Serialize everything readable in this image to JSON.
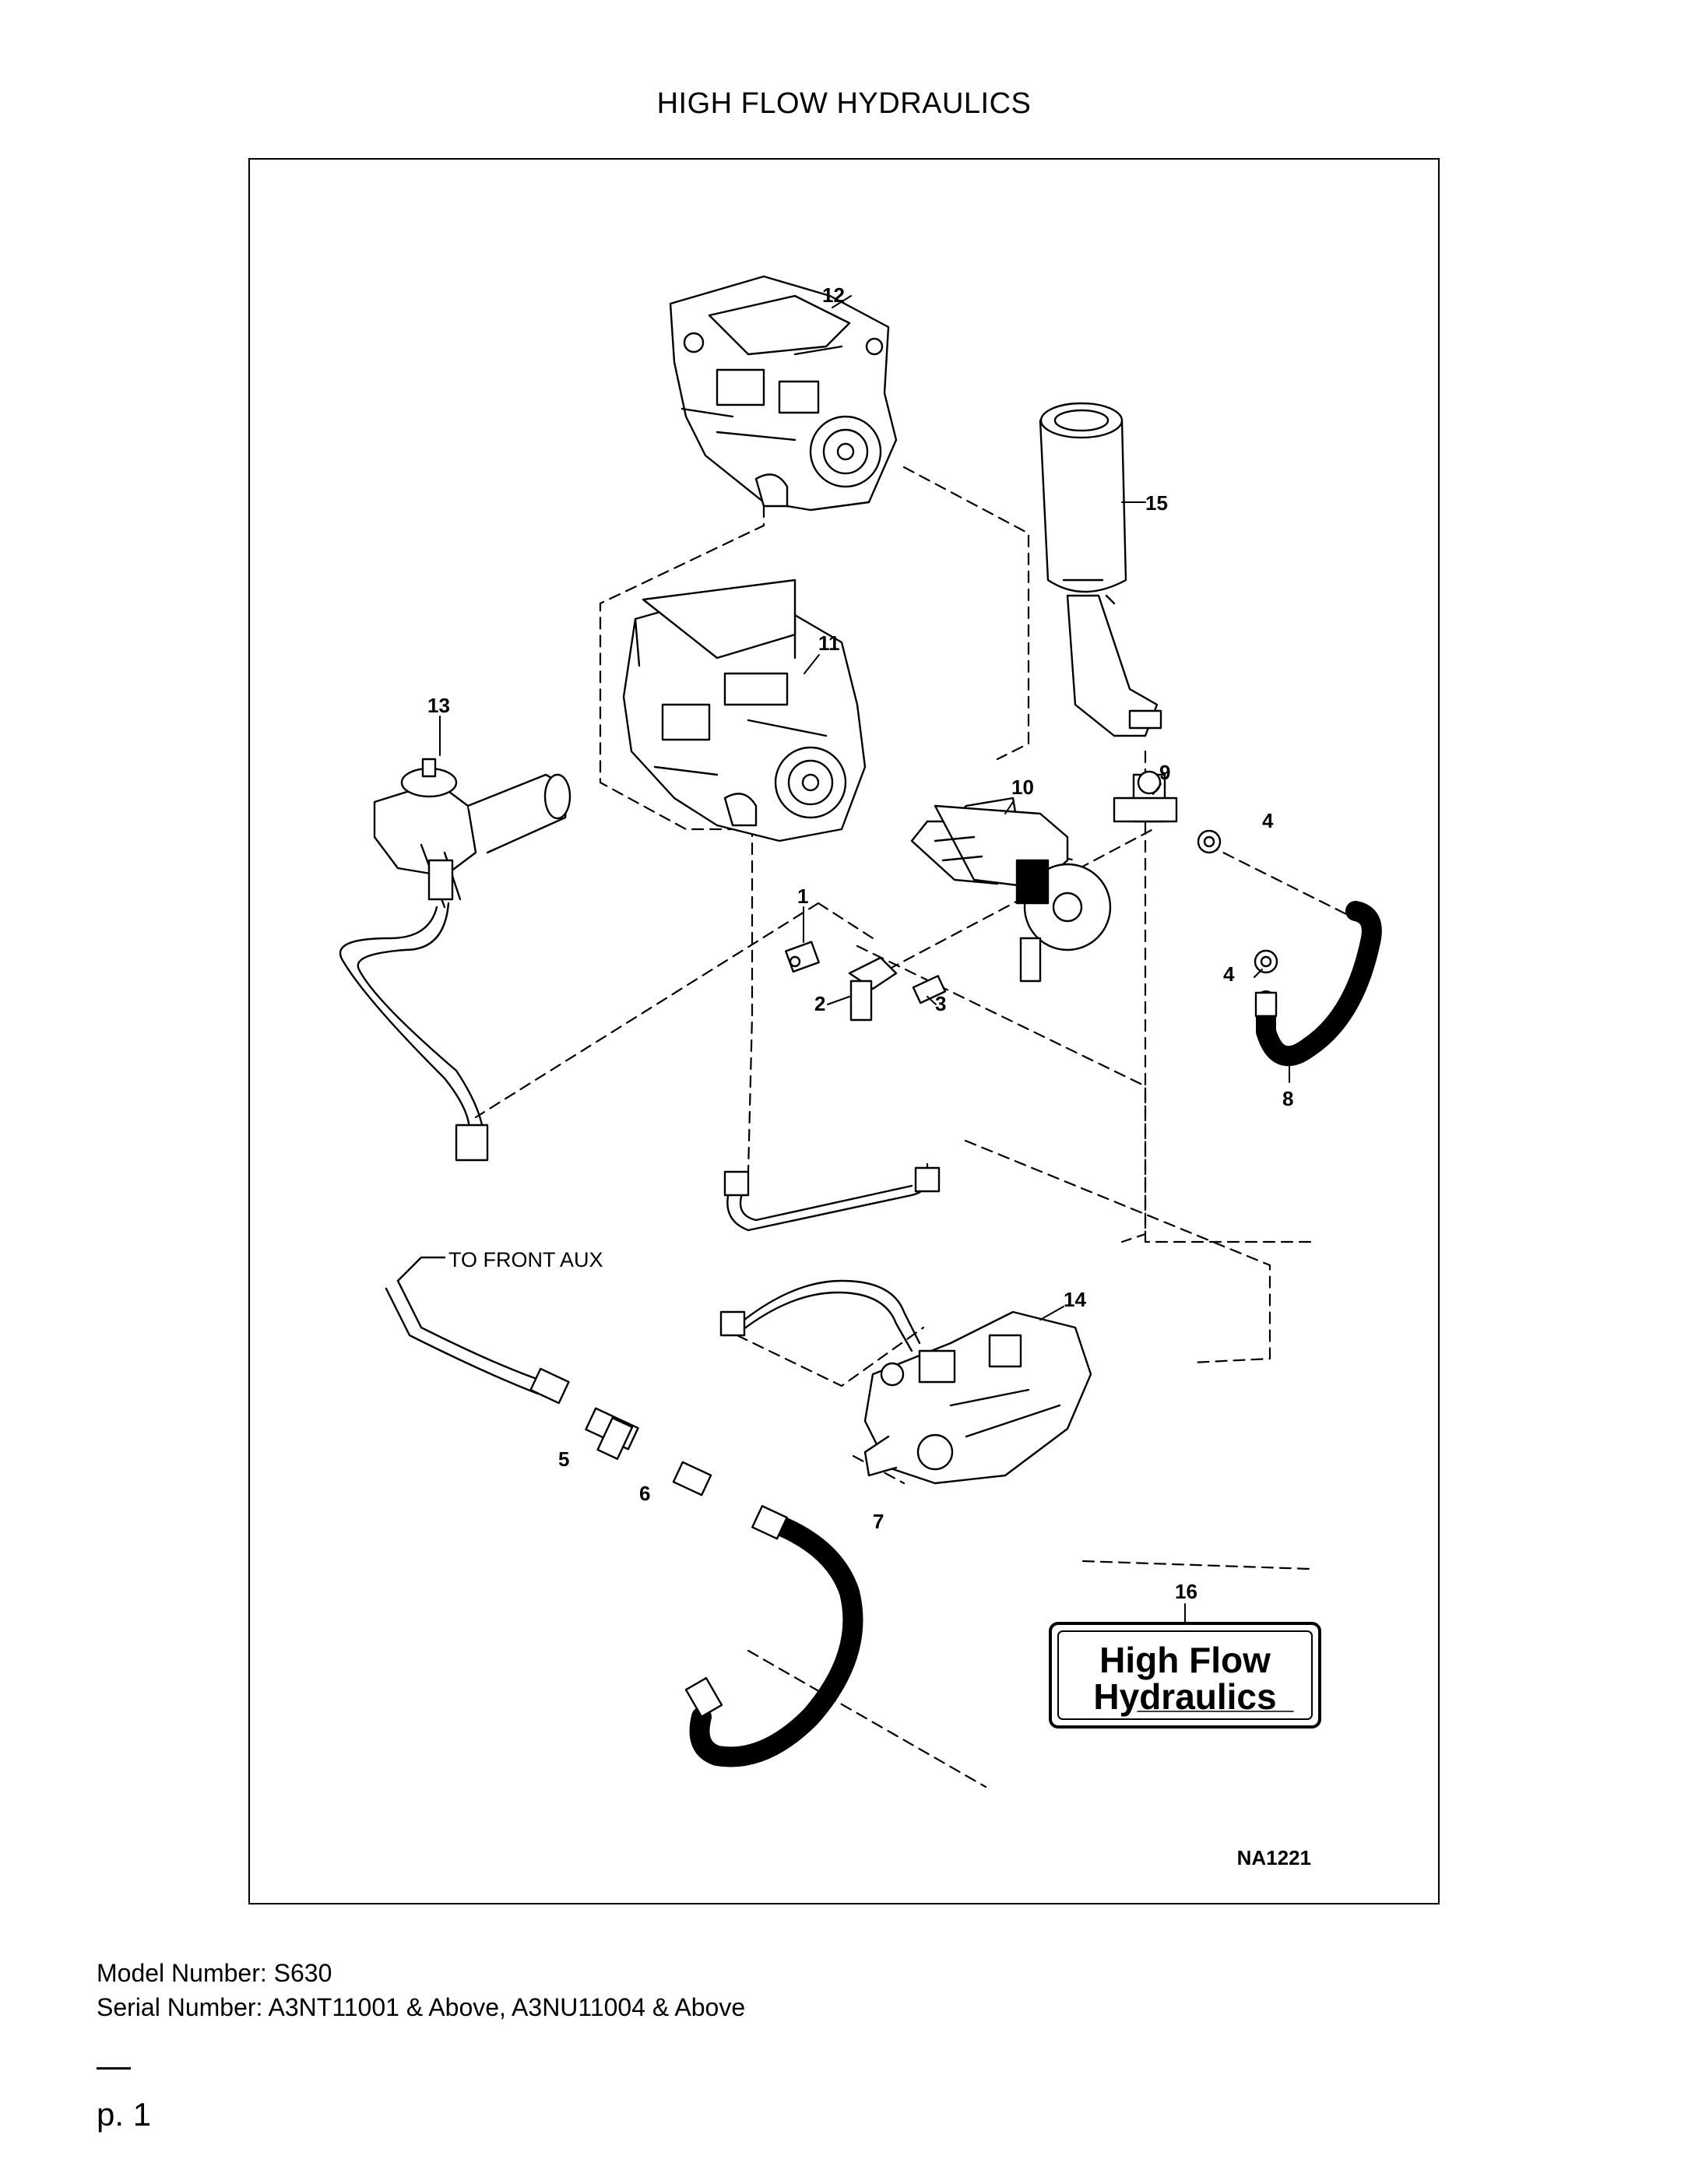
{
  "page": {
    "title": "HIGH FLOW HYDRAULICS",
    "model_line": "Model Number: S630",
    "serial_line": "Serial Number: A3NT11001 & Above, A3NU11004 & Above",
    "page_number": "p. 1"
  },
  "diagram": {
    "figure_id": "NA1221",
    "note_to_front_aux": "TO FRONT AUX",
    "callouts": {
      "c1": "1",
      "c2": "2",
      "c3": "3",
      "c4a": "4",
      "c4b": "4",
      "c5": "5",
      "c6": "6",
      "c7": "7",
      "c8": "8",
      "c9": "9",
      "c10": "10",
      "c11": "11",
      "c12": "12",
      "c13": "13",
      "c14": "14",
      "c15": "15",
      "c16": "16"
    },
    "decal": {
      "line1": "High Flow",
      "line2": "Hydraulics"
    }
  }
}
